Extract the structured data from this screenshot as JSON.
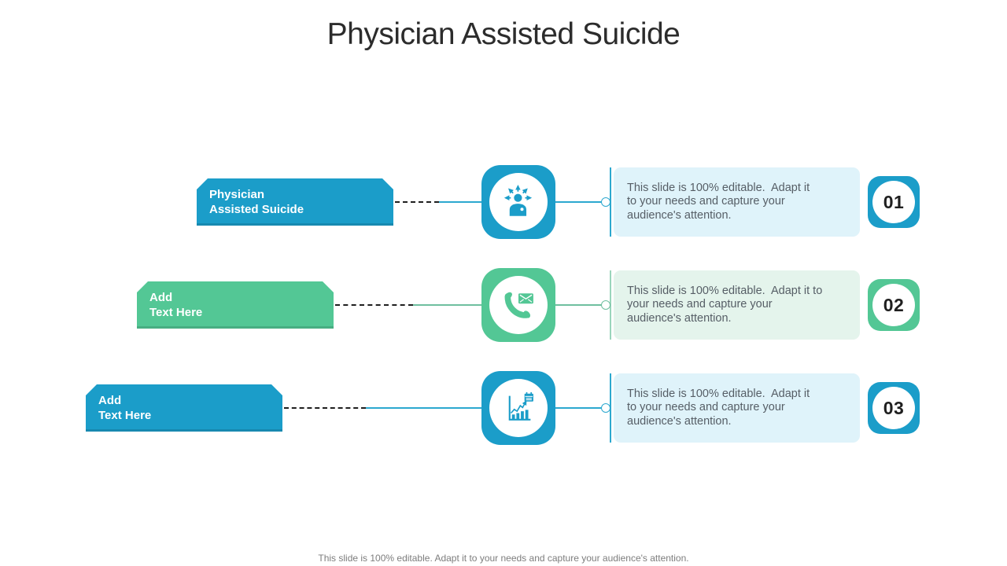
{
  "slide": {
    "title": "Physician Assisted Suicide",
    "footer": "This slide is 100% editable. Adapt it to your needs and capture your audience's attention."
  },
  "colors": {
    "blue": "#1B9DC9",
    "green": "#53C795",
    "light_blue": "#DFF3FA",
    "light_green": "#E4F4EC",
    "dash_line": "#1F1F1F",
    "title_text": "#2C2C2C",
    "body_text": "#565E66",
    "caption_text": "#7D7D7D"
  },
  "rows": [
    {
      "number": "01",
      "theme": "blue",
      "icon": "person-decision-icon",
      "label_lines": [
        "Physician",
        "Assisted Suicide"
      ],
      "desc_lines": [
        "This slide is 100% editable.  Adapt it",
        "to your needs and capture your",
        "audience's attention."
      ]
    },
    {
      "number": "02",
      "theme": "green",
      "icon": "phone-mail-icon",
      "label_lines": [
        "Add",
        "Text Here"
      ],
      "desc_lines": [
        "This slide is 100% editable.  Adapt it to",
        "your needs and capture your",
        "audience's attention."
      ]
    },
    {
      "number": "03",
      "theme": "blue",
      "icon": "growth-chart-icon",
      "label_lines": [
        "Add",
        "Text Here"
      ],
      "desc_lines": [
        "This slide is 100% editable.  Adapt it",
        "to your needs and capture your",
        "audience's attention."
      ]
    }
  ]
}
